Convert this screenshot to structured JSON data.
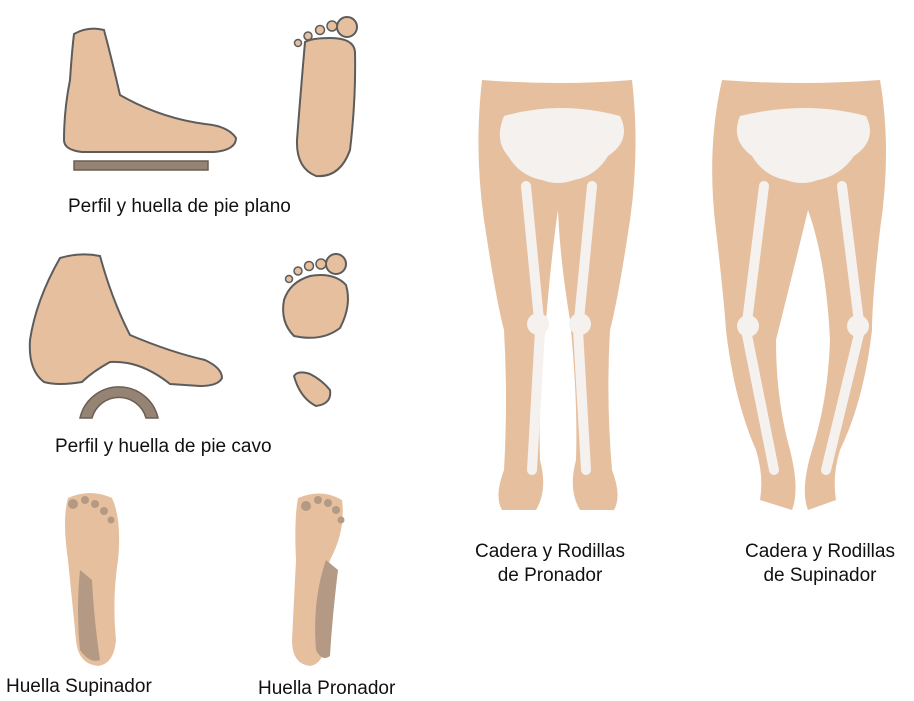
{
  "captions": {
    "flat_foot": "Perfil y huella de pie plano",
    "cavus_foot": "Perfil y huella de pie cavo",
    "supinator_print": "Huella Supinador",
    "pronator_print": "Huella Pronador",
    "pronator_hips": {
      "line1": "Cadera y Rodillas",
      "line2": "de Pronador"
    },
    "supinator_hips": {
      "line1": "Cadera y Rodillas",
      "line2": "de Supinador"
    }
  },
  "colors": {
    "skin": "#e6bf9e",
    "outline": "#5c5c5c",
    "bone": "#f4f1ee",
    "pressure": "#b49a84",
    "support": "#958373"
  }
}
